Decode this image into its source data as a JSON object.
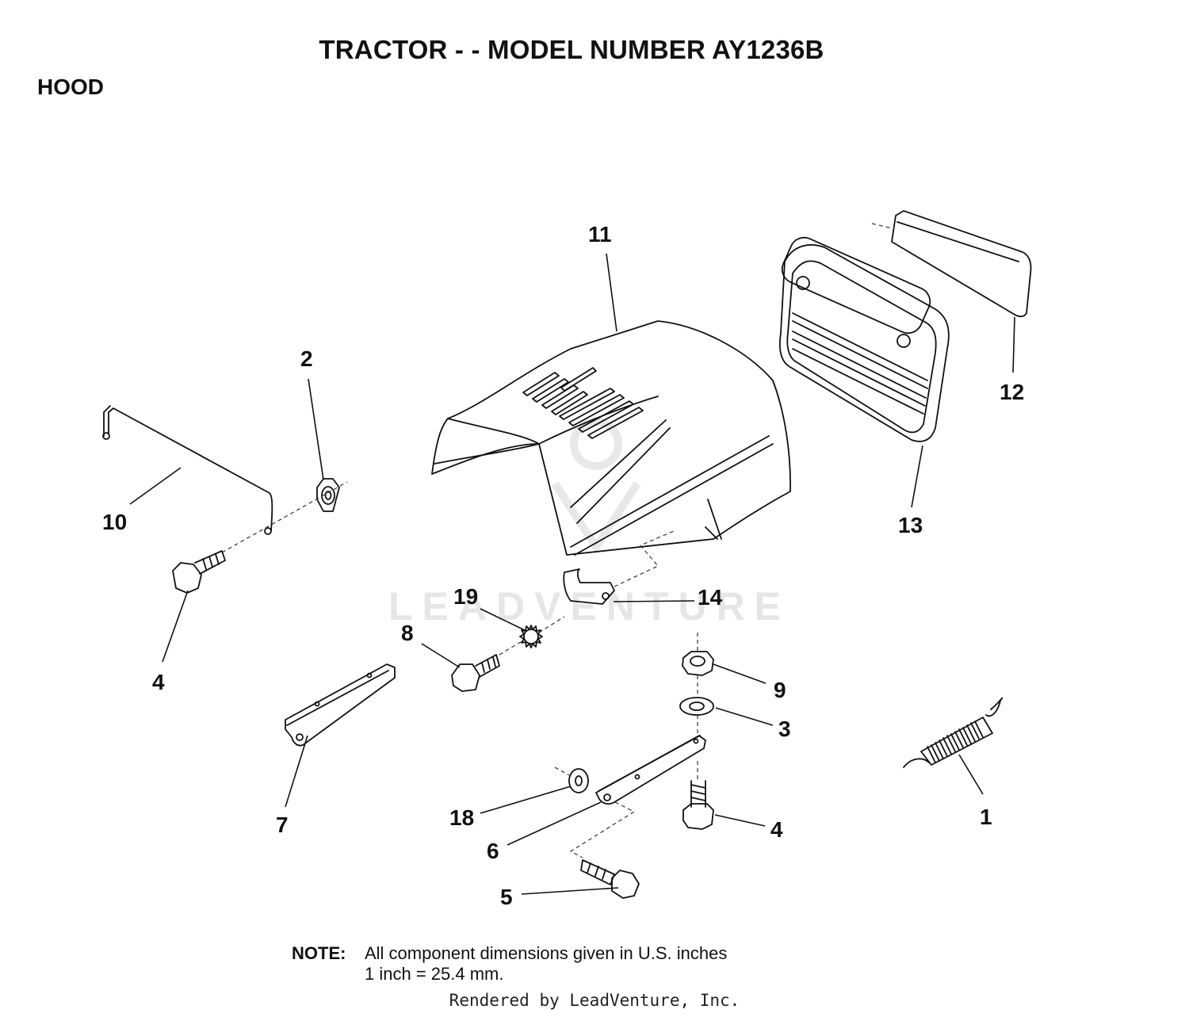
{
  "header": {
    "title": "TRACTOR - - MODEL NUMBER AY1236B",
    "section": "HOOD"
  },
  "watermark": "LEADVENTURE",
  "callouts": [
    {
      "id": "c11",
      "label": "11"
    },
    {
      "id": "c12",
      "label": "12"
    },
    {
      "id": "c13",
      "label": "13"
    },
    {
      "id": "c2",
      "label": "2"
    },
    {
      "id": "c10",
      "label": "10"
    },
    {
      "id": "c4a",
      "label": "4"
    },
    {
      "id": "c19",
      "label": "19"
    },
    {
      "id": "c14",
      "label": "14"
    },
    {
      "id": "c8",
      "label": "8"
    },
    {
      "id": "c9",
      "label": "9"
    },
    {
      "id": "c3",
      "label": "3"
    },
    {
      "id": "c7",
      "label": "7"
    },
    {
      "id": "c18",
      "label": "18"
    },
    {
      "id": "c6",
      "label": "6"
    },
    {
      "id": "c4b",
      "label": "4"
    },
    {
      "id": "c1",
      "label": "1"
    },
    {
      "id": "c5",
      "label": "5"
    }
  ],
  "note": {
    "label": "NOTE:",
    "line1": "All component dimensions given in U.S. inches",
    "line2": "1 inch = 25.4 mm."
  },
  "footer": "Rendered by LeadVenture, Inc."
}
